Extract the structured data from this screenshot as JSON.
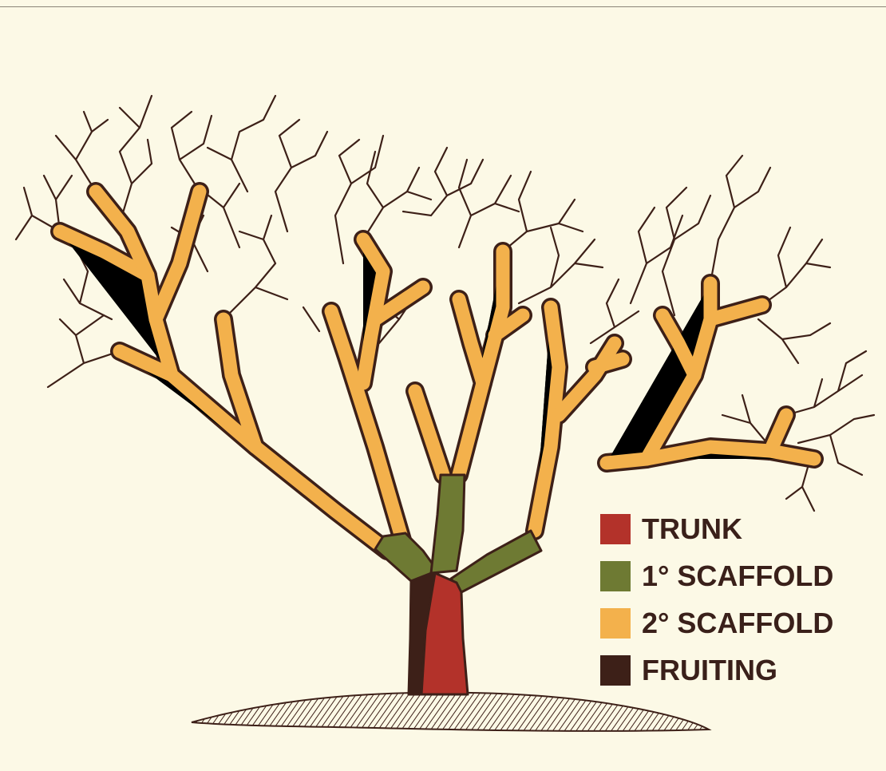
{
  "colors": {
    "background": "#fcf9e6",
    "trunk": "#b3322a",
    "primary_scaffold": "#6e7a33",
    "secondary_scaffold": "#f3b14c",
    "fruiting": "#3d2018",
    "outline": "#3d2018",
    "label_text": "#3a201a"
  },
  "legend": {
    "items": [
      {
        "key": "trunk",
        "label": "TRUNK",
        "color": "#b3322a"
      },
      {
        "key": "primary-scaffold",
        "label": "1° SCAFFOLD",
        "color": "#6e7a33"
      },
      {
        "key": "secondary-scaffold",
        "label": "2° SCAFFOLD",
        "color": "#f3b14c"
      },
      {
        "key": "fruiting",
        "label": "FRUITING",
        "color": "#3d2018"
      }
    ]
  }
}
